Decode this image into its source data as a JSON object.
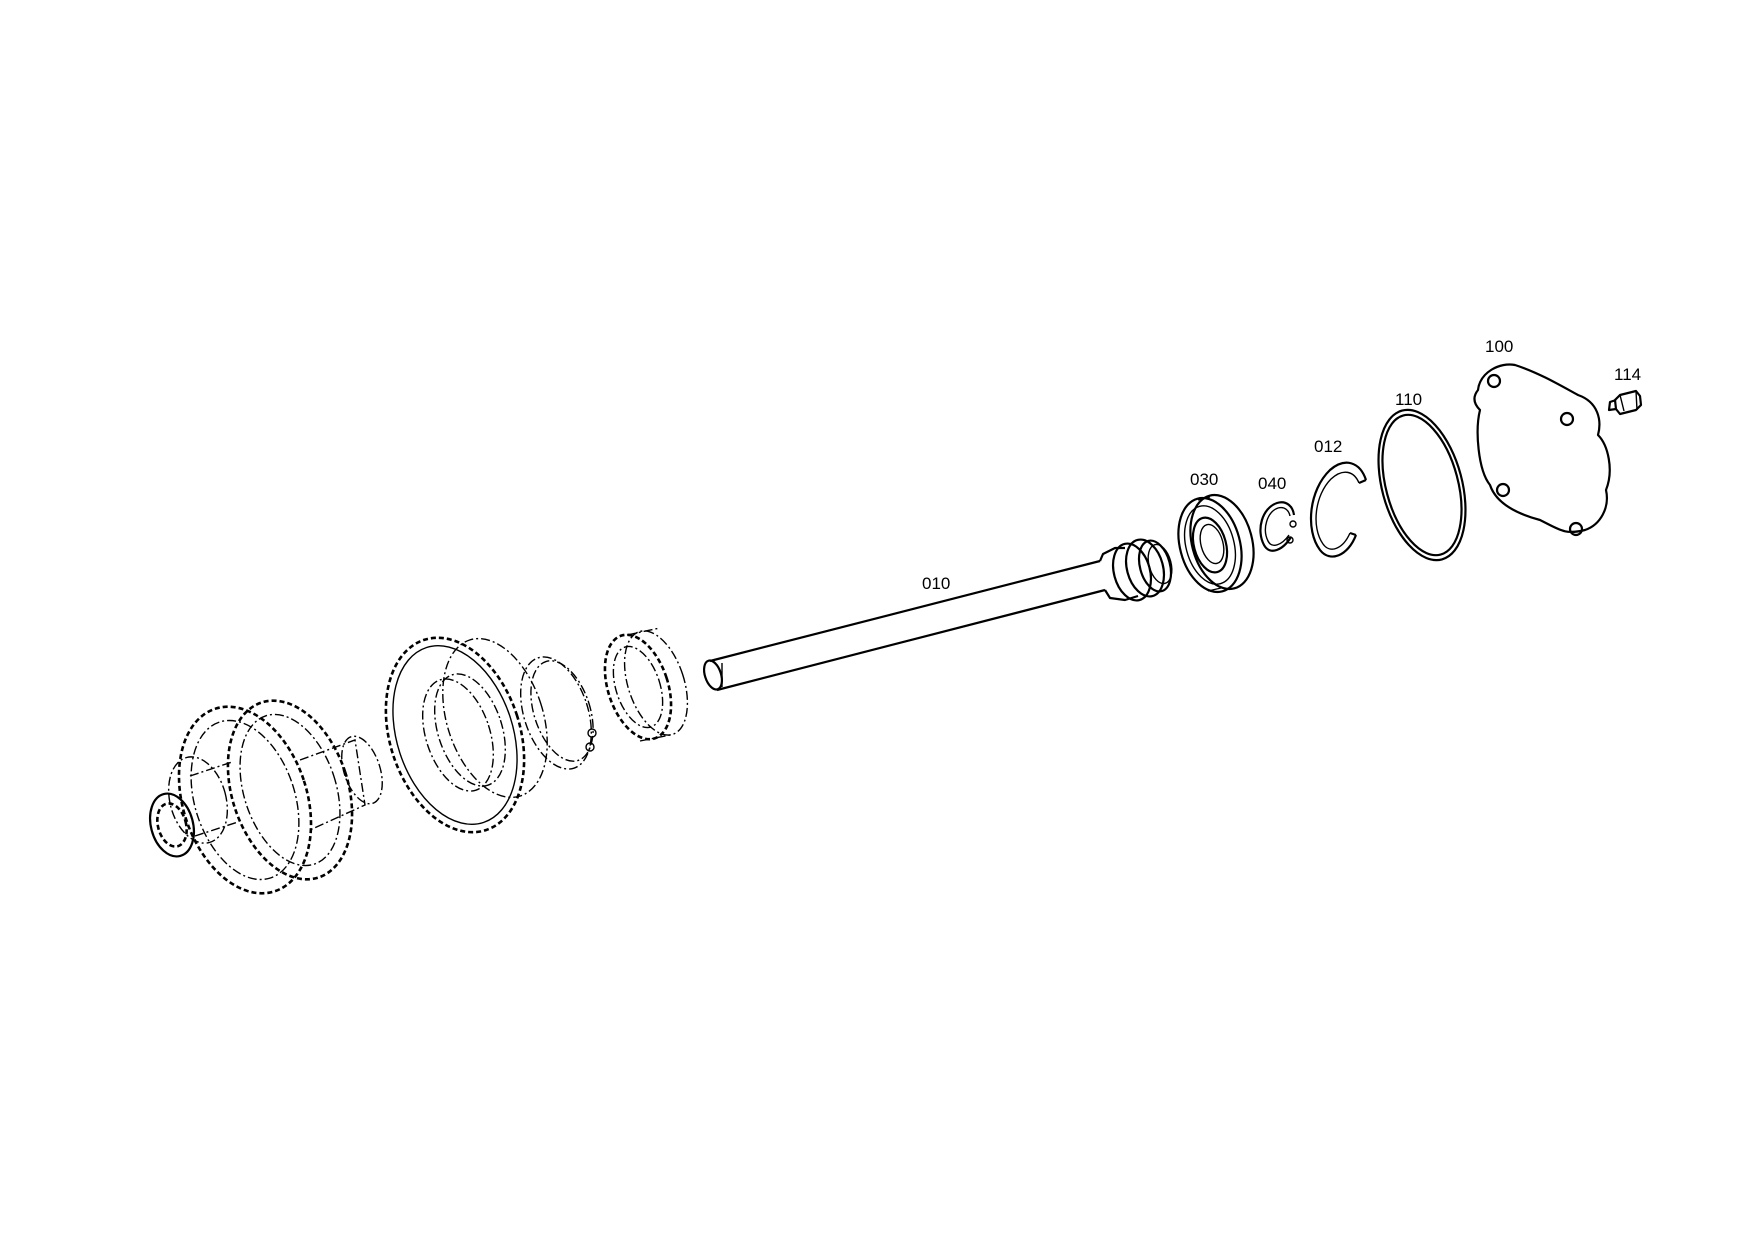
{
  "diagram": {
    "part_labels": [
      {
        "id": "010",
        "text": "010"
      },
      {
        "id": "030",
        "text": "030"
      },
      {
        "id": "040",
        "text": "040"
      },
      {
        "id": "012",
        "text": "012"
      },
      {
        "id": "110",
        "text": "110"
      },
      {
        "id": "100",
        "text": "100"
      },
      {
        "id": "114",
        "text": "114"
      }
    ]
  }
}
